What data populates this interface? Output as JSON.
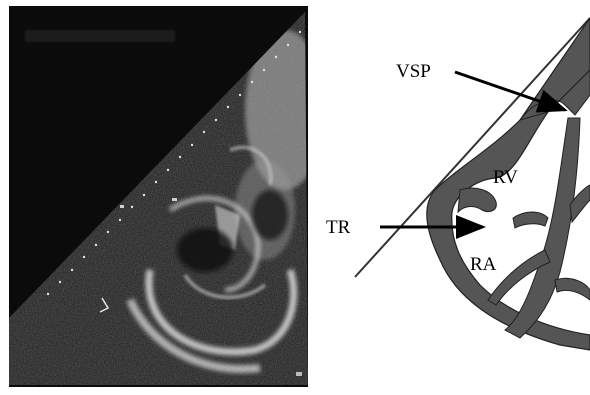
{
  "figure": {
    "labels": {
      "vsp": "VSP",
      "rv": "RV",
      "tr": "TR",
      "ra": "RA"
    },
    "colors": {
      "ultrasound_background": "#0b0b0b",
      "tissue_highlight": "#d8d8d8",
      "diagram_fill": "#555555",
      "diagram_outline": "#222222",
      "arrow": "#000000"
    }
  }
}
